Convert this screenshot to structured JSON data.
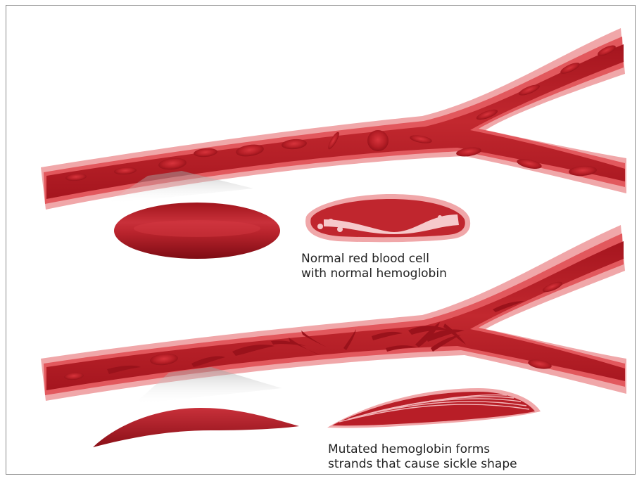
{
  "captions": {
    "normal_line1": "Normal red blood cell",
    "normal_line2": "with normal hemoglobin",
    "sickle_line1": "Mutated hemoglobin forms",
    "sickle_line2": "strands that cause sickle shape"
  },
  "colors": {
    "vessel_outer": "#f0a7a9",
    "vessel_wall": "#e2585d",
    "vessel_lumen": "#b51e26",
    "cell_dark": "#8e0f17",
    "cell_mid": "#c0262e",
    "cell_light": "#e2474e",
    "inclusion": "#f6c9cb",
    "caption_text": "#222222"
  }
}
